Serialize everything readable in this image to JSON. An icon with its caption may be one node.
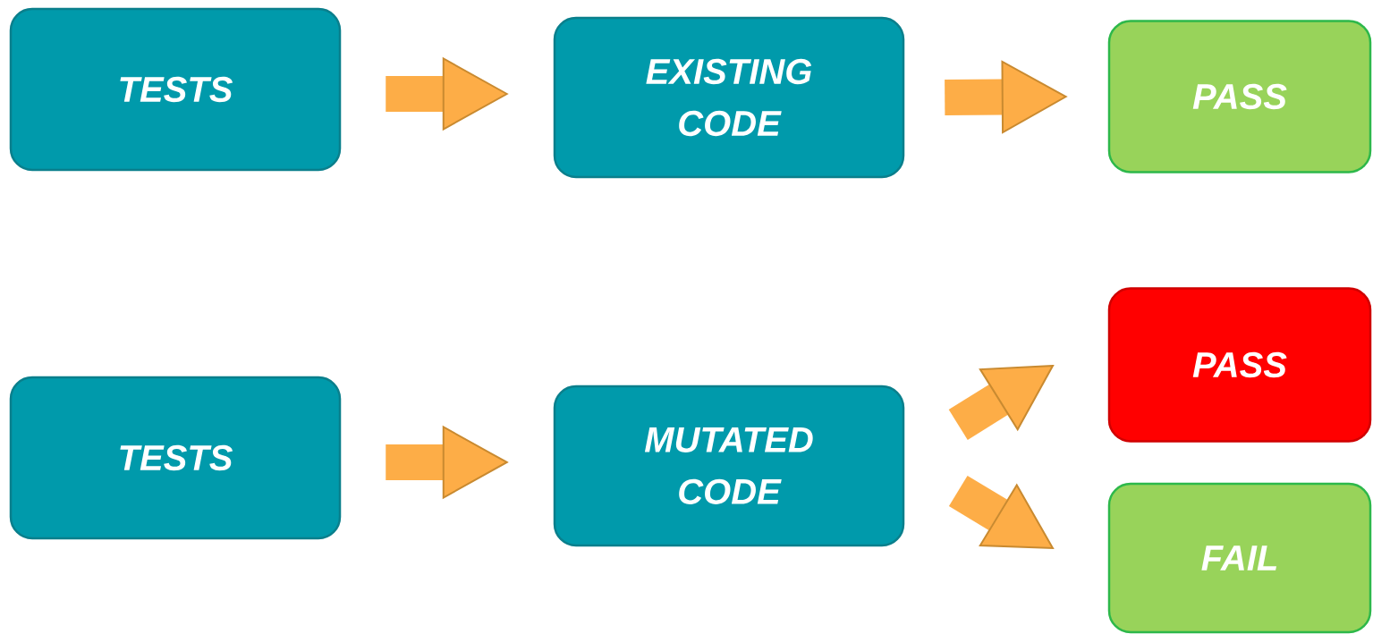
{
  "diagram": {
    "nodes": [
      {
        "text": [
          "TESTS"
        ]
      },
      {
        "text": [
          "EXISTING CODE"
        ]
      },
      {
        "text": [
          "PASS"
        ]
      },
      {
        "text": [
          "TESTS"
        ]
      },
      {
        "text": [
          "MUTATED CODE"
        ]
      },
      {
        "text": [
          "PASS"
        ]
      },
      {
        "text": [
          "FAIL"
        ]
      }
    ],
    "edges": [
      {
        "from": 0,
        "to": 1,
        "arrow": "to"
      },
      {
        "from": 1,
        "to": 2,
        "arrow": "to"
      },
      {
        "from": 3,
        "to": 4,
        "arrow": "to"
      },
      {
        "from": 4,
        "to": 5,
        "arrow": "to"
      },
      {
        "from": 4,
        "to": 6,
        "arrow": "to"
      }
    ]
  }
}
